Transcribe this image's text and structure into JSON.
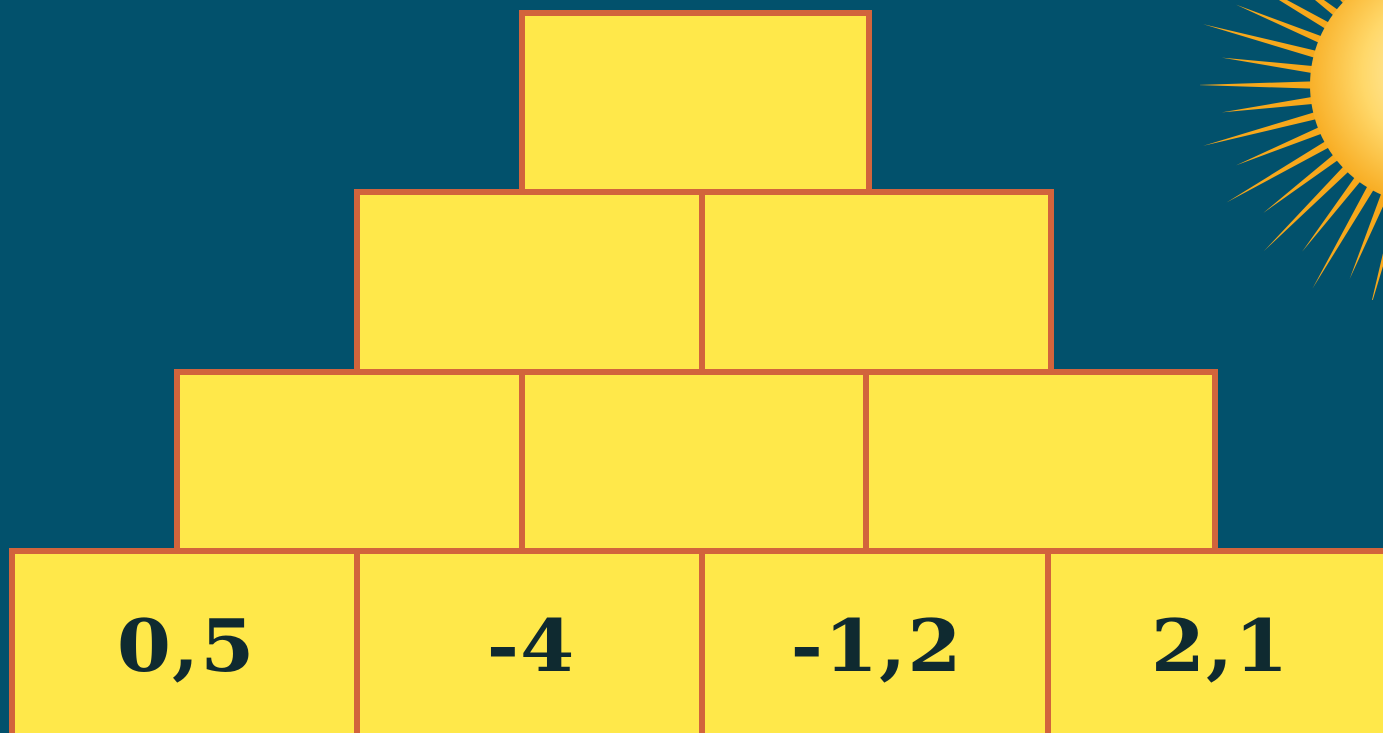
{
  "pyramid": {
    "row1": [
      ""
    ],
    "row2": [
      "",
      ""
    ],
    "row3": [
      "",
      "",
      ""
    ],
    "row4": [
      "0,5",
      "-4",
      "-1,2",
      "2,1"
    ]
  },
  "colors": {
    "background": "#02516c",
    "brick_fill": "#ffe84a",
    "brick_border": "#d2643c",
    "text": "#0f2a30",
    "sun_rays": "#f7a81b",
    "sun_core": "#ffd86a"
  },
  "decor": {
    "sun": "sun-icon"
  }
}
